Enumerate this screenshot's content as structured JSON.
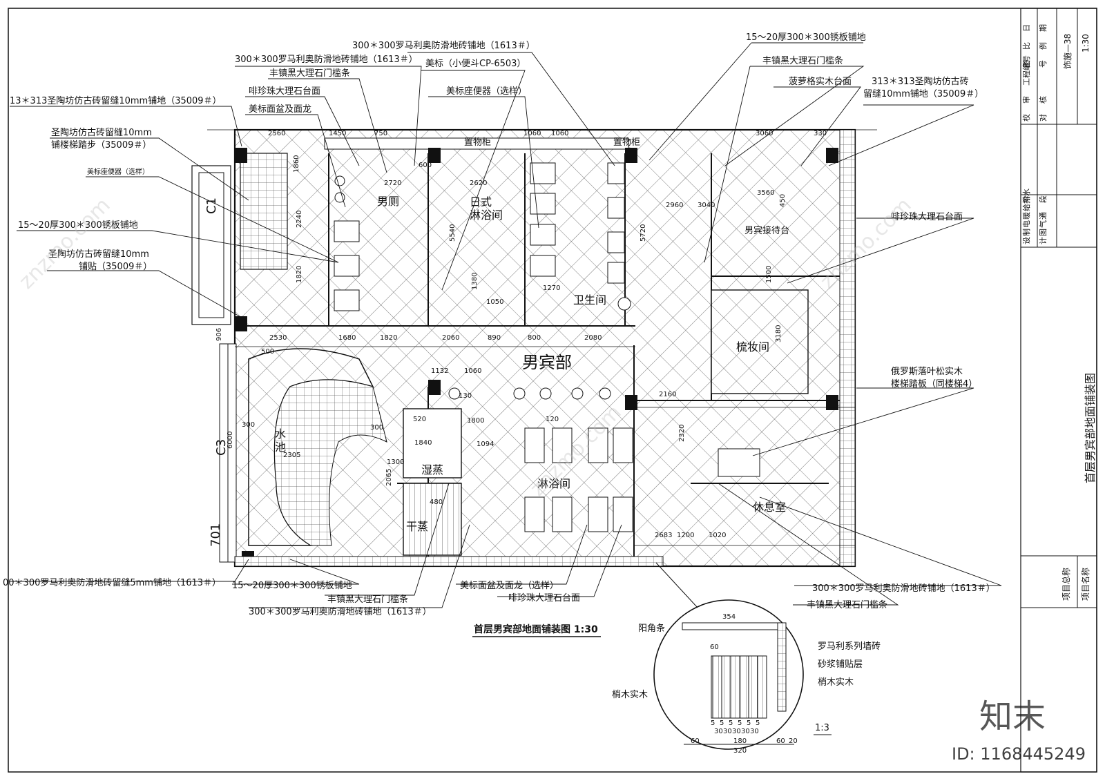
{
  "plan": {
    "title": "首层男宾部地面铺装图 1:30",
    "detail_scale": "1:3"
  },
  "rooms": {
    "men_department": "男宾部",
    "mens_toilet": "男厕",
    "japanese_shower": "日式\n淋浴间",
    "restroom": "卫生间",
    "dressing": "梳妆间",
    "pool": "水\n池",
    "steam": "湿蒸",
    "dry_steam": "干蒸",
    "shower": "淋浴间",
    "rest": "休息室",
    "cabinet_a": "置物柜",
    "cabinet_b": "置物柜",
    "reception": "男宾接待台"
  },
  "callouts": {
    "c_tl1": "300＊300罗马利奥防滑地砖铺地（1613＃）",
    "c_tl2": "300＊300罗马利奥防滑地砖铺地（1613＃）",
    "c_tl3": "丰镇黑大理石门槛条",
    "c_tl4": "美标（小便斗CP-6503）",
    "c_tl5": "啡珍珠大理石台面",
    "c_tl6": "美标座便器（选样）",
    "c_tl7": "美标面盆及面龙",
    "c_l1": "13＊313圣陶坊仿古砖留缝10mm铺地（35009＃）",
    "c_l2a": "圣陶坊仿古砖留缝10mm",
    "c_l2b": "铺楼梯踏步（35009＃）",
    "c_l3": "美标座便器（选样）",
    "c_l4": "15～20厚300＊300锈板铺地",
    "c_l5a": "圣陶坊仿古砖留缝10mm",
    "c_l5b": "铺贴（35009＃）",
    "c_tr1": "15～20厚300＊300锈板铺地",
    "c_tr2": "丰镇黑大理石门槛条",
    "c_tr3": "菠萝格实木台面",
    "c_tr4a": "313＊313圣陶坊仿古砖",
    "c_tr4b": "留缝10mm铺地（35009＃）",
    "c_r1": "啡珍珠大理石台面",
    "c_r2a": "俄罗斯落叶松实木",
    "c_r2b": "楼梯踏板（同楼梯4）",
    "c_b1": "00＊300罗马利奥防滑地砖留缝5mm铺地（1613＃）",
    "c_b2": "15～20厚300＊300锈板铺地",
    "c_b3": "丰镇黑大理石门槛条",
    "c_b4": "300＊300罗马利奥防滑地砖铺地（1613＃）",
    "c_b5": "美标面盆及面龙（选样）",
    "c_b6": "啡珍珠大理石台面",
    "c_br1": "300＊300罗马利奥防滑地砖铺地（1613＃）",
    "c_br2": "丰镇黑大理石门槛条"
  },
  "detail": {
    "corner": "阳角条",
    "wall_tile": "罗马利系列墙砖",
    "mortar": "砂浆铺贴层",
    "wood_right": "梢木实木",
    "wood_left": "梢木实木"
  },
  "axes": {
    "c1": "C1",
    "c3": "C3",
    "c3_dim": "6000",
    "c701": "701",
    "d906": "906"
  },
  "dims": [
    "2560",
    "1450",
    "750",
    "1060",
    "1060",
    "3060",
    "330",
    "1860",
    "2240",
    "1820",
    "2720",
    "2620",
    "3560",
    "2960",
    "3040",
    "2530",
    "1680",
    "1820",
    "2060",
    "890",
    "800",
    "2080",
    "1132",
    "1060",
    "2160",
    "2320",
    "2683",
    "1200",
    "1020",
    "5540",
    "1380",
    "1050",
    "1270",
    "600",
    "120",
    "130",
    "5720",
    "3180",
    "450",
    "1500",
    "500",
    "300",
    "2305",
    "520",
    "1840",
    "1800",
    "1094",
    "480",
    "1300",
    "2065",
    "300"
  ],
  "detail_dims": {
    "top": "354",
    "d60": "60",
    "b60": "60",
    "b180": "180",
    "b60b": "60",
    "b20": "20",
    "b320": "320",
    "slats": [
      "5",
      "5",
      "5",
      "5",
      "5",
      "5"
    ],
    "slat_w": [
      "30",
      "30",
      "30",
      "30",
      "30"
    ]
  },
  "title_block": {
    "left": [
      "校",
      "审",
      "工程编号",
      "图",
      "比",
      "日"
    ],
    "left2": [
      "对",
      "核",
      "",
      "号",
      "例",
      "期"
    ],
    "mid": [
      "设",
      "制",
      "电",
      "暖",
      "给排水",
      "阶"
    ],
    "mid2": [
      "计",
      "图",
      "气",
      "通",
      "",
      "段"
    ],
    "drawing_no": "饰施—38",
    "scale": "1:30",
    "drawing_name": "首层男宾部地面铺装图",
    "project_total": "项目总称",
    "project_name": "项目名称"
  },
  "watermark": {
    "brand": "知末",
    "id": "ID: 1168445249",
    "site": "znzmo.com"
  }
}
